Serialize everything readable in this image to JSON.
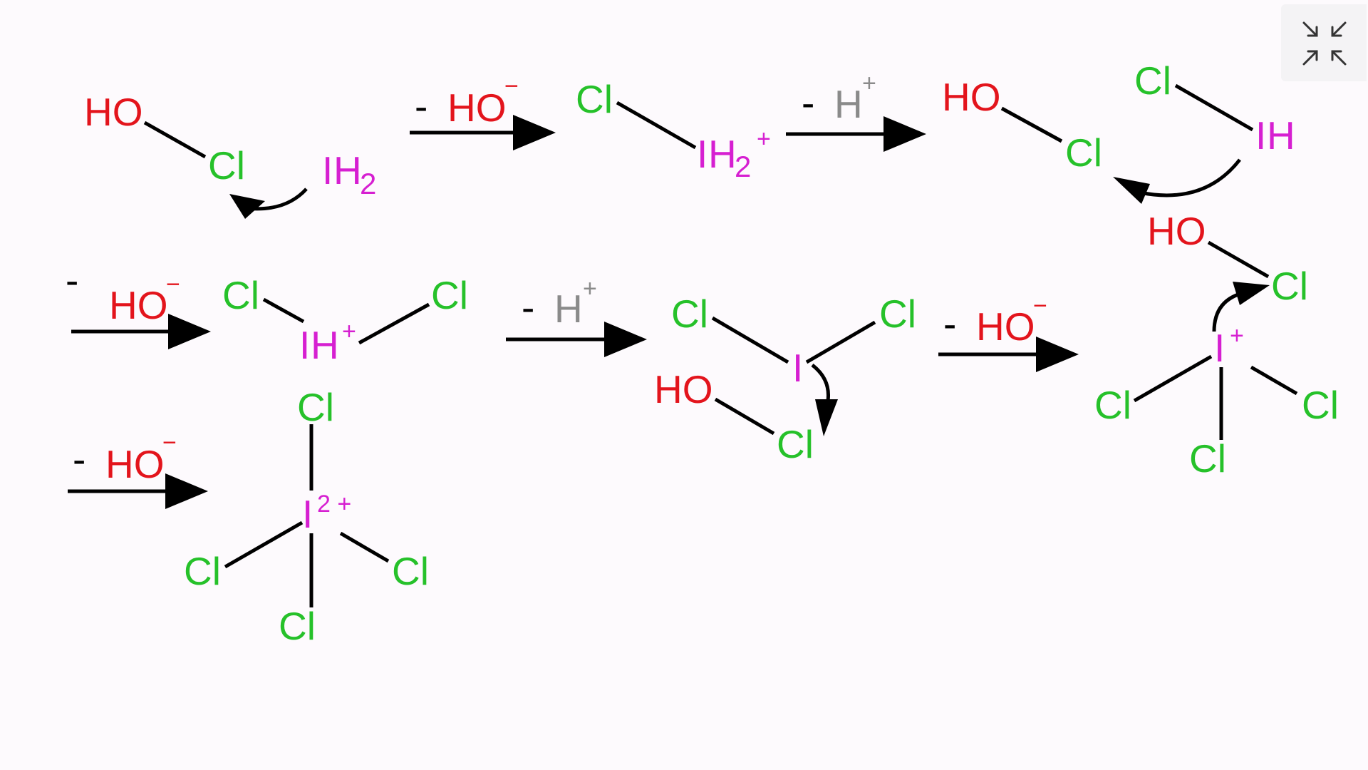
{
  "colors": {
    "O": "#e3141c",
    "Cl": "#26c12a",
    "I": "#d61fd1",
    "H": "#8a8a8a",
    "bond": "#000000"
  },
  "labels": {
    "HO": "HO",
    "Cl": "Cl",
    "I": "I",
    "H": "H",
    "two": "2",
    "plus": "+",
    "minus": "-",
    "super_minus": "−",
    "two_plus": "2 +",
    "minus_sign": "-",
    "hydroxide": "HO"
  },
  "toolbar": {
    "exit_fullscreen_icon": "collapse-arrows-icon"
  }
}
